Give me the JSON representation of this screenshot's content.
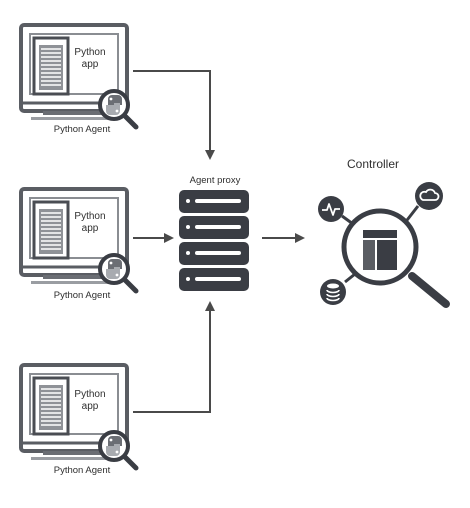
{
  "agents": [
    {
      "app_line1": "Python",
      "app_line2": "app",
      "agent_label": "Python Agent"
    },
    {
      "app_line1": "Python",
      "app_line2": "app",
      "agent_label": "Python Agent"
    },
    {
      "app_line1": "Python",
      "app_line2": "app",
      "agent_label": "Python Agent"
    }
  ],
  "proxy": {
    "label": "Agent proxy"
  },
  "controller": {
    "label": "Controller"
  },
  "colors": {
    "dark": "#3a3d44",
    "mid": "#5a5d63",
    "light": "#9a9da2",
    "arrow": "#4a4a4a"
  },
  "icons": [
    "monitor-icon",
    "python-logo-icon",
    "server-stack-icon",
    "magnifier-icon",
    "pulse-icon",
    "cloud-icon",
    "database-icon"
  ]
}
